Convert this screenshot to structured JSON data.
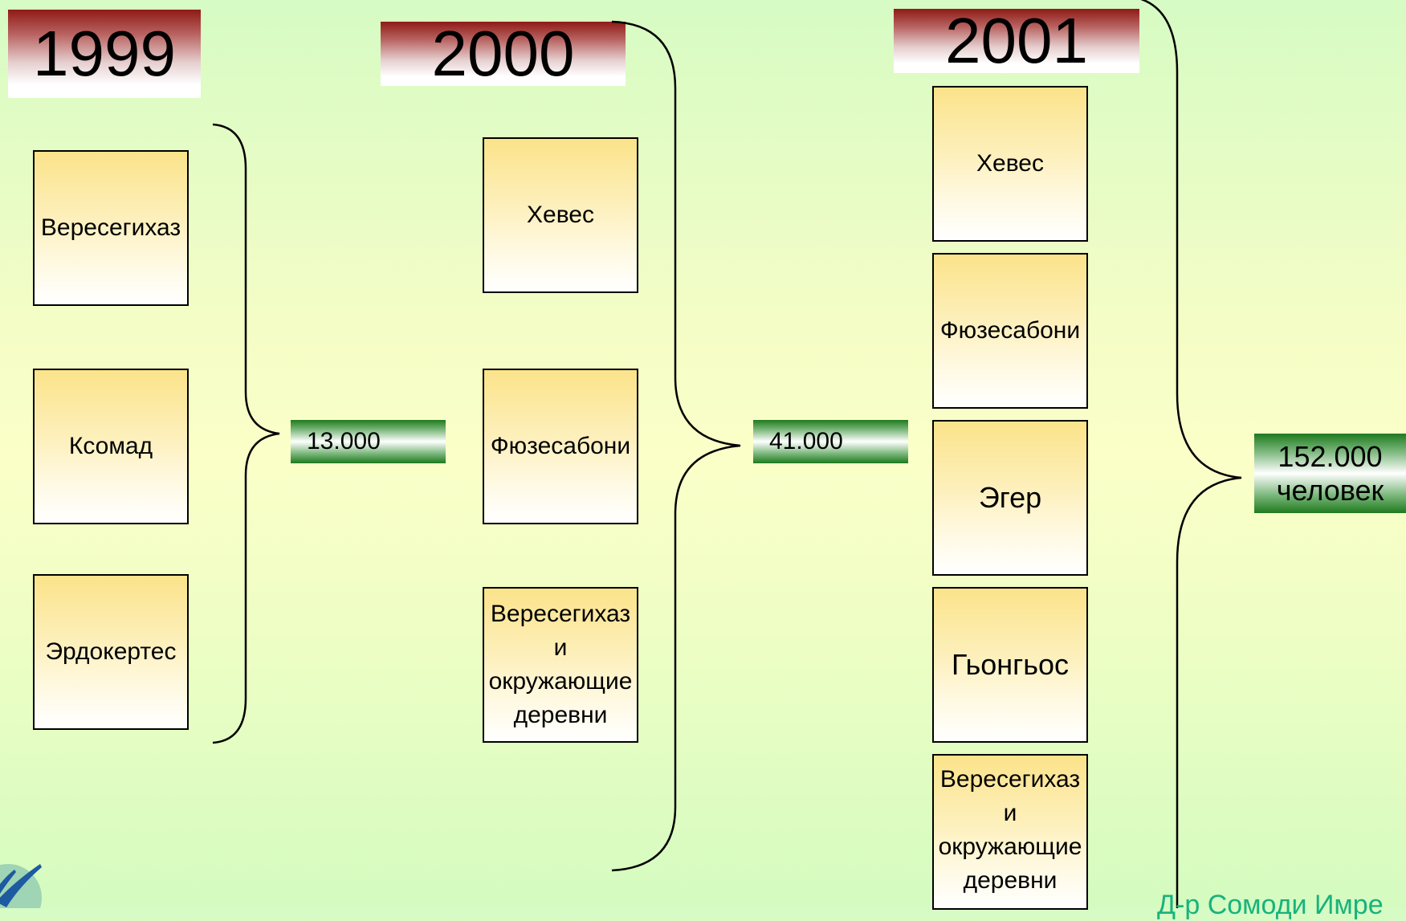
{
  "years": {
    "y1999": "1999",
    "y2000": "2000",
    "y2001": "2001"
  },
  "cities_1999": [
    "Вересегихаз",
    "Ксомад",
    "Эрдокертес"
  ],
  "cities_2000": {
    "c1": "Хевес",
    "c2": "Фюзесабони",
    "c3_lines": [
      "Вересегихаз",
      "и",
      "окружающие",
      "деревни"
    ]
  },
  "cities_2001": {
    "c1": "Хевес",
    "c2": "Фюзесабони",
    "c3": "Эгер",
    "c4": "Гьонгьос",
    "c5_lines": [
      "Вересегихаз",
      "и",
      "окружающие",
      "деревни"
    ]
  },
  "totals": {
    "t1999": "13.000",
    "t2000": "41.000",
    "t2001_lines": [
      "152.000",
      "человек"
    ]
  },
  "author": "Д-р Сомоди Имре",
  "colors": {
    "year_header": "#8f1a16",
    "box_fill": "#fbe38a",
    "total_band": "#1e7a1e",
    "author_text": "#18b27d"
  }
}
